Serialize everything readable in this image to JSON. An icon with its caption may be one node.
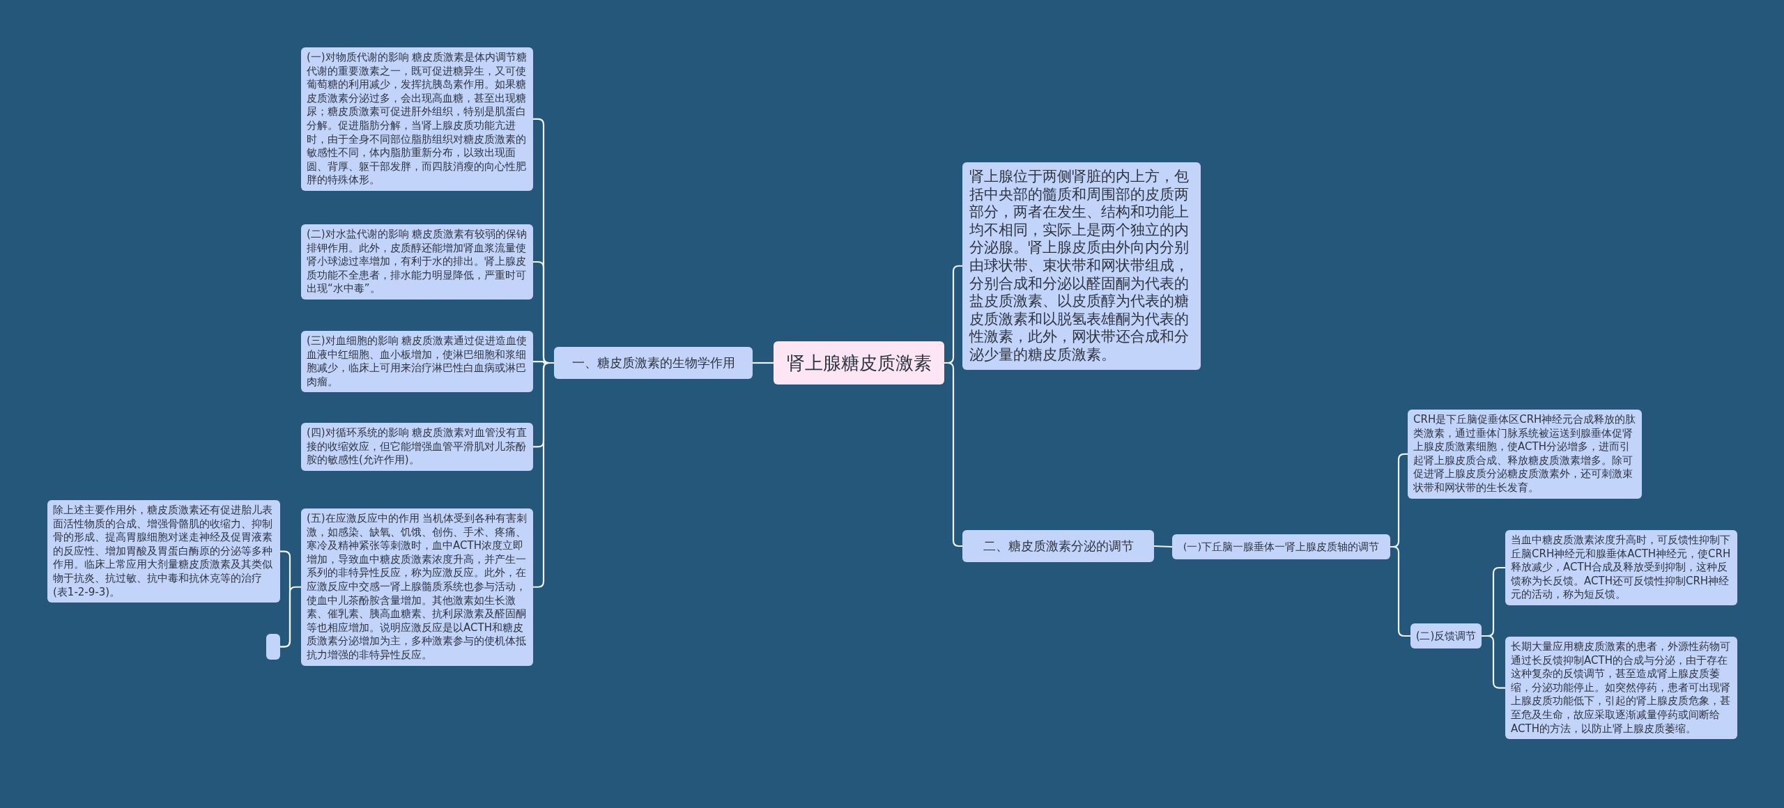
{
  "diagram": {
    "nodes": [
      {
        "text": [
          "肾上腺糖皮质激素"
        ]
      },
      {
        "text": [
          "一、糖皮质激素的生物学作用"
        ]
      },
      {
        "text": [
          "(一)对物质代谢的影响 糖皮质激素是体内调节糖代谢的重要激素之一，既可促进糖异生，又可使葡萄糖的利用减少，发挥抗胰岛素作用。如果糖皮质激素分泌过多，会出现高血糖，甚至出现糖尿；糖皮质激素可促进肝外组织，特别是肌蛋白分解。促进脂肪分解，当肾上腺皮质功能亢进时，由于全身不同部位脂肪组织对糖皮质激素的敏感性不同，体内脂肪重新分布，以致出现面圆、背厚、躯干部发胖，而四肢消瘦的向心性肥胖的特殊体形。"
        ]
      },
      {
        "text": [
          "(二)对水盐代谢的影响 糖皮质激素有较弱的保钠排钾作用。此外，皮质醇还能增加肾血浆流量使肾小球滤过率增加，有利于水的排出。肾上腺皮质功能不全患者，排水能力明显降低，严重时可出现“水中毒”。"
        ]
      },
      {
        "text": [
          "(三)对血细胞的影响 糖皮质激素通过促进造血使血液中红细胞、血小板增加，使淋巴细胞和浆细胞减少，临床上可用来治疗淋巴性白血病或淋巴肉瘤。"
        ]
      },
      {
        "text": [
          "(四)对循环系统的影响 糖皮质激素对血管没有直接的收缩效应，但它能增强血管平滑肌对儿茶酚胺的敏感性(允许作用)。"
        ]
      },
      {
        "text": [
          "(五)在应激反应中的作用 当机体受到各种有害刺激，如感染、缺氧、饥饿、创伤、手术、疼痛、寒冷及精神紧张等刺激时，血中ACTH浓度立即增加，导致血中糖皮质激素浓度升高，并产生一系列的非特异性反应，称为应激反应。此外，在应激反应中交感一肾上腺髓质系统也参与活动，使血中儿茶酚胺含量增加。其他激素如生长激素、催乳素、胰高血糖素、抗利尿激素及醛固酮等也相应增加。说明应激反应是以ACTH和糖皮质激素分泌增加为主，多种激素参与的使机体抵抗力增强的非特异性反应。"
        ]
      },
      {
        "text": [],
        "shape": "box"
      },
      {
        "text": [
          "除上述主要作用外，糖皮质激素还有促进胎儿表面活性物质的合成、增强骨骼肌的收缩力、抑制骨的形成、提高胃腺细胞对迷走神经及促胃液素的反应性、增加胃酸及胃蛋白酶原的分泌等多种作用。临床上常应用大剂量糖皮质激素及其类似物于抗炎、抗过敏、抗中毒和抗休克等的治疗(表1-2-9-3)。"
        ]
      },
      {
        "text": [
          "肾上腺位于两侧肾脏的内上方，包括中央部的髓质和周围部的皮质两部分，两者在发生、结构和功能上均不相同，实际上是两个独立的内分泌腺。肾上腺皮质由外向内分别由球状带、束状带和网状带组成，分别合成和分泌以醛固酮为代表的盐皮质激素、以皮质醇为代表的糖皮质激素和以脱氢表雄酮为代表的性激素，此外，网状带还合成和分泌少量的糖皮质激素。"
        ]
      },
      {
        "text": [
          "二、糖皮质激素分泌的调节"
        ]
      },
      {
        "text": [
          "(一)下丘脑一腺垂体一肾上腺皮质轴的调节"
        ]
      },
      {
        "text": [
          "CRH是下丘脑促垂体区CRH神经元合成释放的肽类激素，通过垂体门脉系统被运送到腺垂体促肾上腺皮质激素细胞，使ACTH分泌增多，进而引起肾上腺皮质合成、释放糖皮质激素增多。除可促进肾上腺皮质分泌糖皮质激素外，还可刺激束状带和网状带的生长发育。"
        ]
      },
      {
        "text": [
          "(二)反馈调节"
        ]
      },
      {
        "text": [
          "当血中糖皮质激素浓度升高时，可反馈性抑制下丘脑CRH神经元和腺垂体ACTH神经元，使CRH释放减少，ACTH合成及释放受到抑制，这种反馈称为长反馈。ACTH还可反馈性抑制CRH神经元的活动，称为短反馈。"
        ]
      },
      {
        "text": [
          "长期大量应用糖皮质激素的患者，外源性药物可通过长反馈抑制ACTH的合成与分泌，由于存在这种复杂的反馈调节，甚至造成肾上腺皮质萎缩，分泌功能停止。如突然停药，患者可出现肾上腺皮质功能低下，引起的肾上腺皮质危象，甚至危及生命，故应采取逐渐减量停药或间断给ACTH的方法，以防止肾上腺皮质萎缩。"
        ]
      }
    ],
    "edges": [
      {
        "from": 0,
        "to": 1,
        "arrow": "none"
      },
      {
        "from": 1,
        "to": 2,
        "arrow": "none"
      },
      {
        "from": 1,
        "to": 3,
        "arrow": "none"
      },
      {
        "from": 1,
        "to": 4,
        "arrow": "none"
      },
      {
        "from": 1,
        "to": 5,
        "arrow": "none"
      },
      {
        "from": 1,
        "to": 6,
        "arrow": "none"
      },
      {
        "from": 6,
        "to": 7,
        "arrow": "none"
      },
      {
        "from": 7,
        "to": 8,
        "arrow": "none"
      },
      {
        "from": 0,
        "to": 9,
        "arrow": "none"
      },
      {
        "from": 0,
        "to": 10,
        "arrow": "none"
      },
      {
        "from": 10,
        "to": 11,
        "arrow": "none"
      },
      {
        "from": 11,
        "to": 12,
        "arrow": "none"
      },
      {
        "from": 11,
        "to": 13,
        "arrow": "none"
      },
      {
        "from": 13,
        "to": 14,
        "arrow": "none"
      },
      {
        "from": 13,
        "to": 15,
        "arrow": "none"
      }
    ]
  }
}
